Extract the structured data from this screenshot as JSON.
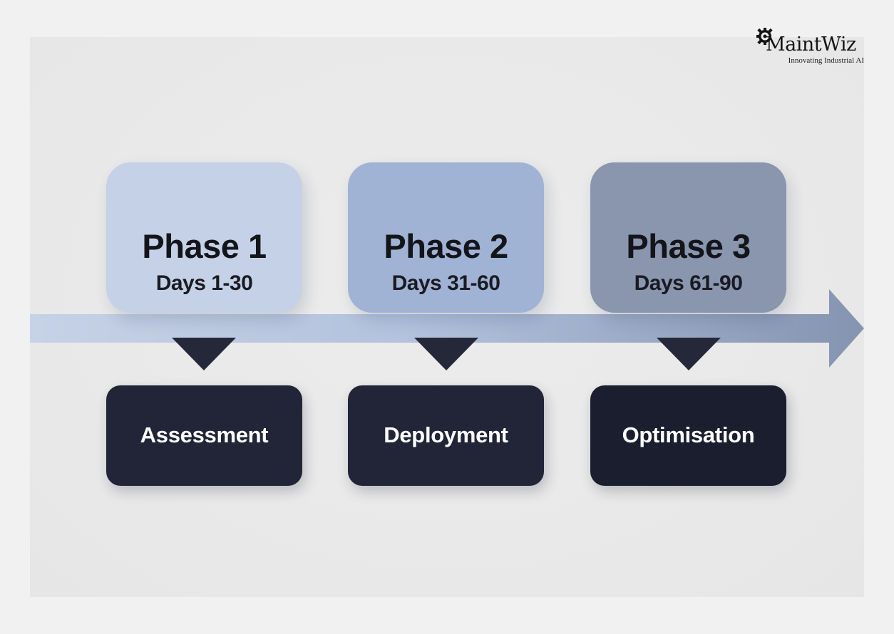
{
  "logo": {
    "name": "MaintWiz",
    "tagline": "Innovating Industrial AI"
  },
  "phases": [
    {
      "title": "Phase 1",
      "days": "Days 1-30",
      "activity": "Assessment",
      "color": "#c5d1e6"
    },
    {
      "title": "Phase 2",
      "days": "Days 31-60",
      "activity": "Deployment",
      "color": "#a1b3d4"
    },
    {
      "title": "Phase 3",
      "days": "Days 61-90",
      "activity": "Optimisation",
      "color": "#8996ae"
    }
  ],
  "colors": {
    "background": "#f1f1f1",
    "arrow_start": "#c6d2e6",
    "arrow_end": "#8594b0",
    "activity_box": "#222538",
    "pointer": "#242839"
  },
  "icons": {
    "logo_mark": "gear-icon",
    "timeline": "arrow-right-icon"
  }
}
